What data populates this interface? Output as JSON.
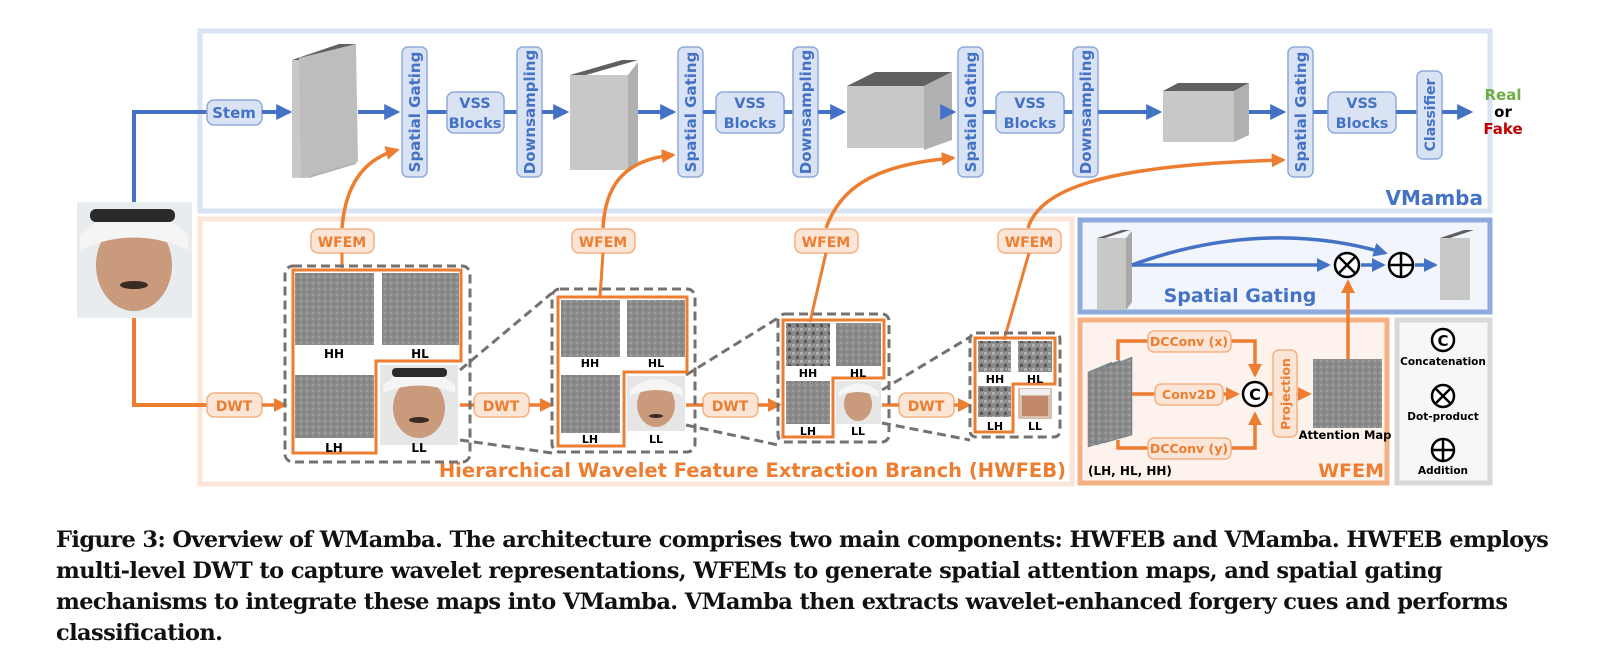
{
  "vmamba": {
    "title": "VMamba",
    "stem": "Stem",
    "spatial_gating": "Spatial Gating",
    "vss_line1": "VSS",
    "vss_line2": "Blocks",
    "downsampling": "Downsampling",
    "classifier": "Classifier",
    "output_real": "Real",
    "output_or": "or",
    "output_fake": "Fake",
    "colors": {
      "accent": "#4472c4",
      "real": "#70ad47",
      "fake": "#c00000",
      "box_fill": "#dae3f3",
      "frame": "#dae3f3"
    }
  },
  "hwfeb": {
    "title": "Hierarchical Wavelet Feature Extraction Branch (HWFEB)",
    "wfem": "WFEM",
    "dwt": "DWT",
    "subbands": {
      "hh": "HH",
      "hl": "HL",
      "lh": "LH",
      "ll": "LL"
    },
    "colors": {
      "accent": "#ed7d31",
      "box_fill": "#fbe5d6",
      "frame": "#fbe5d6",
      "dashed": "#767171"
    }
  },
  "spatial_gating_detail": {
    "title": "Spatial Gating"
  },
  "wfem_detail": {
    "title": "WFEM",
    "dcconv_x": "DCConv (x)",
    "conv2d": "Conv2D",
    "dcconv_y": "DCConv (y)",
    "projection": "Projection",
    "attention_map": "Attention Map",
    "input_label": "(LH, HL, HH)"
  },
  "legend": {
    "items": [
      {
        "symbol": "concat",
        "label": "Concatenation"
      },
      {
        "symbol": "dot",
        "label": "Dot-product"
      },
      {
        "symbol": "add",
        "label": "Addition"
      }
    ]
  },
  "caption": "Figure 3: Overview of WMamba. The architecture comprises two main components: HWFEB and VMamba. HWFEB employs multi-level DWT to capture wavelet representations, WFEMs to generate spatial attention maps, and spatial gating mechanisms to integrate these maps into VMamba. VMamba then extracts wavelet-enhanced forgery cues and performs classification."
}
